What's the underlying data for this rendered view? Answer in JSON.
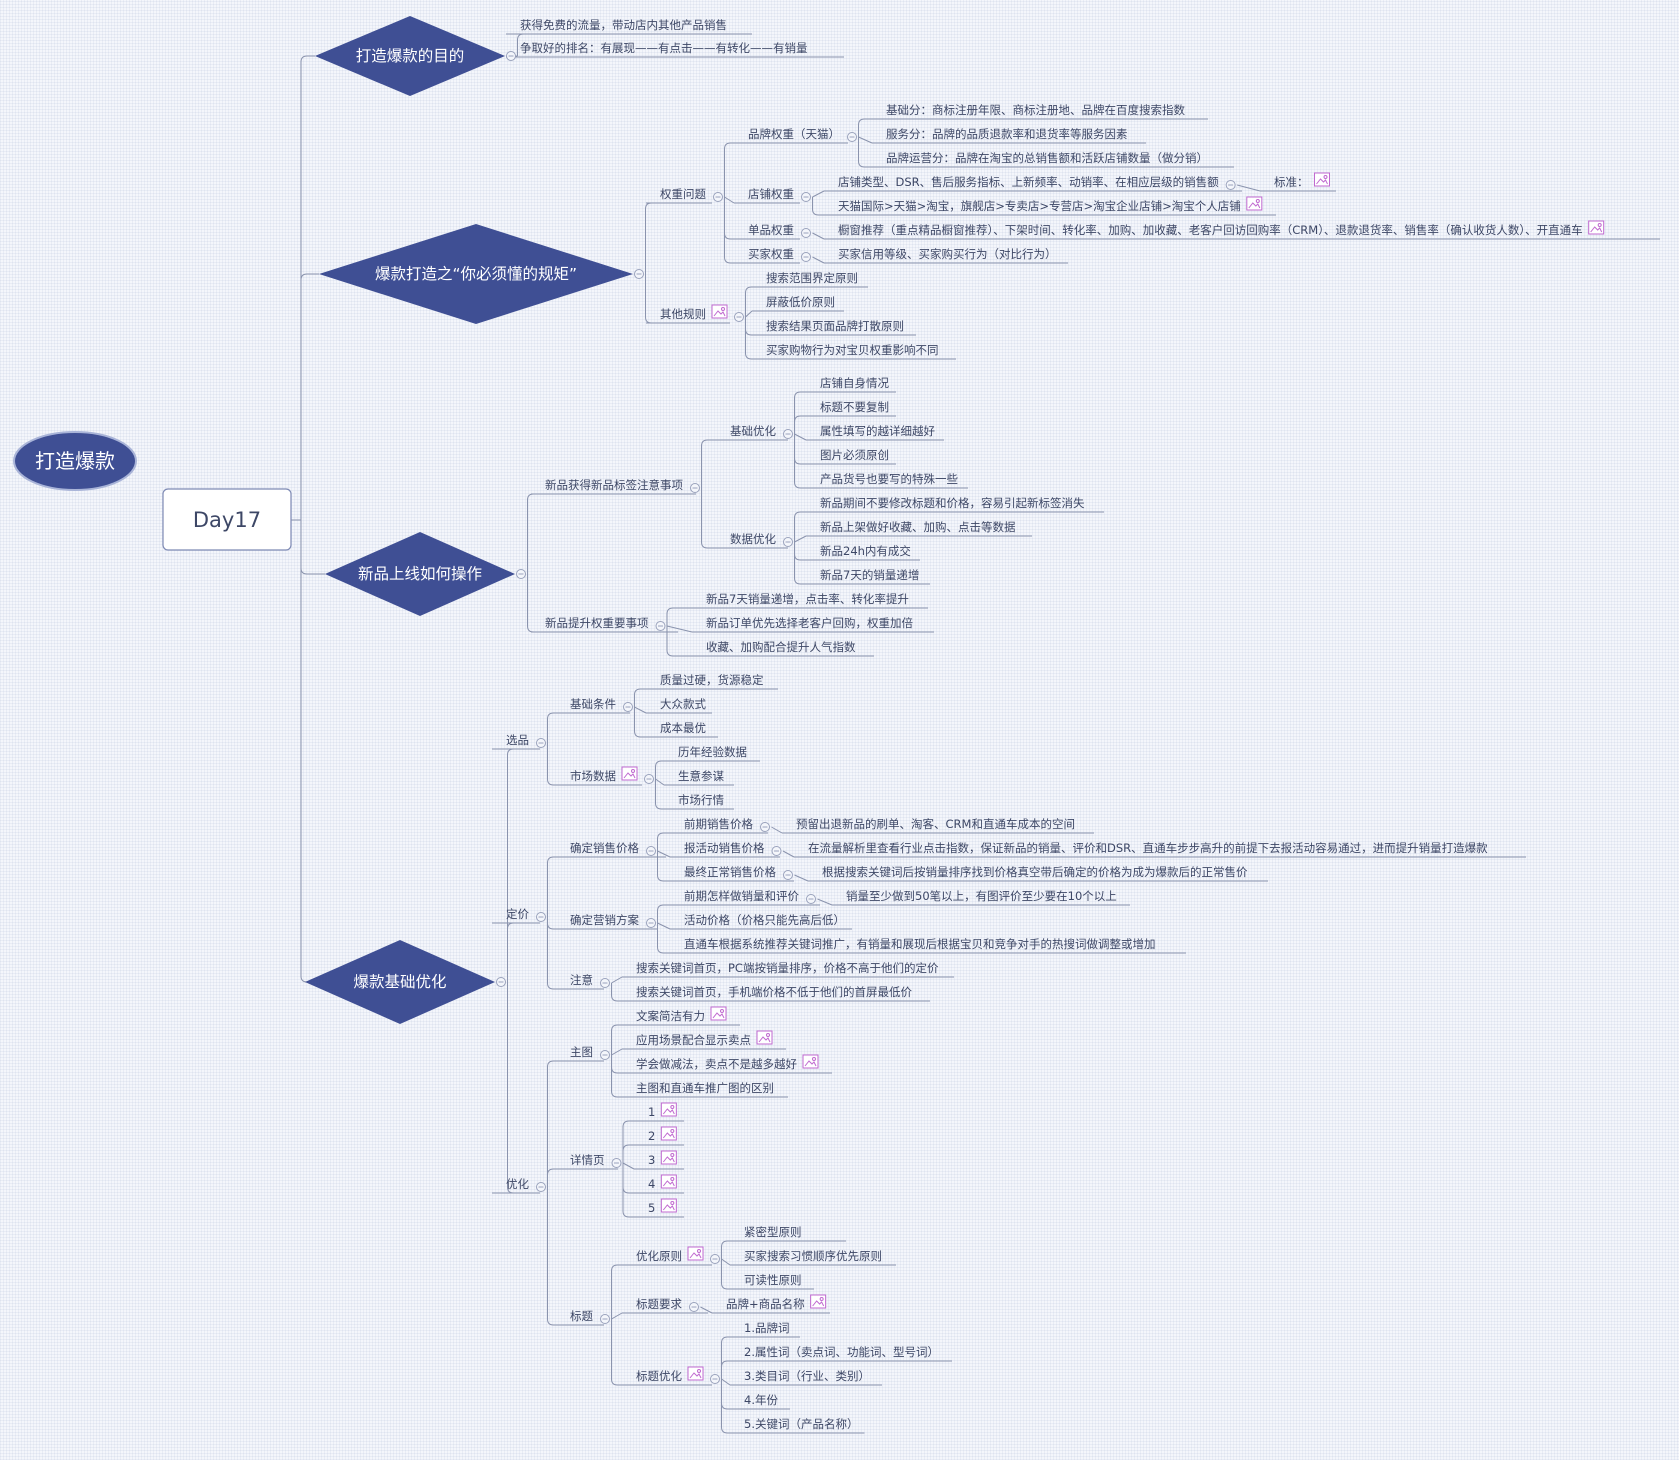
{
  "root": {
    "label": "打造爆款"
  },
  "day": {
    "label": "Day17"
  },
  "branches": [
    {
      "label": "打造爆款的目的",
      "children": [
        {
          "label": "获得免费的流量，带动店内其他产品销售"
        },
        {
          "label": "争取好的排名：有展现——有点击——有转化——有销量"
        }
      ]
    },
    {
      "label": "爆款打造之“你必须懂的规矩”",
      "children": [
        {
          "label": "权重问题",
          "children": [
            {
              "label": "品牌权重（天猫）",
              "children": [
                {
                  "label": "基础分：商标注册年限、商标注册地、品牌在百度搜索指数"
                },
                {
                  "label": "服务分：品牌的品质退款率和退货率等服务因素"
                },
                {
                  "label": "品牌运营分：品牌在淘宝的总销售额和活跃店铺数量（做分销）"
                }
              ]
            },
            {
              "label": "店铺权重",
              "children": [
                {
                  "label": "店铺类型、DSR、售后服务指标、上新频率、动销率、在相应层级的销售额",
                  "children": [
                    {
                      "label": "标准：",
                      "image": true
                    }
                  ]
                },
                {
                  "label": "天猫国际>天猫>淘宝，旗舰店>专卖店>专营店>淘宝企业店铺>淘宝个人店铺",
                  "image": true
                }
              ]
            },
            {
              "label": "单品权重",
              "children": [
                {
                  "label": "橱窗推荐（重点精品橱窗推荐）、下架时间、转化率、加购、加收藏、老客户回访回购率（CRM）、退款退货率、销售率（确认收货人数）、开直通车",
                  "image": true
                }
              ]
            },
            {
              "label": "买家权重",
              "children": [
                {
                  "label": "买家信用等级、买家购买行为（对比行为）"
                }
              ]
            }
          ]
        },
        {
          "label": "其他规则",
          "image": true,
          "children": [
            {
              "label": "搜索范围界定原则"
            },
            {
              "label": "屏蔽低价原则"
            },
            {
              "label": "搜索结果页面品牌打散原则"
            },
            {
              "label": "买家购物行为对宝贝权重影响不同"
            }
          ]
        }
      ]
    },
    {
      "label": "新品上线如何操作",
      "children": [
        {
          "label": "新品获得新品标签注意事项",
          "children": [
            {
              "label": "基础优化",
              "children": [
                {
                  "label": "店铺自身情况"
                },
                {
                  "label": "标题不要复制"
                },
                {
                  "label": "属性填写的越详细越好"
                },
                {
                  "label": "图片必须原创"
                },
                {
                  "label": "产品货号也要写的特殊一些"
                }
              ]
            },
            {
              "label": "数据优化",
              "children": [
                {
                  "label": "新品期间不要修改标题和价格，容易引起新标签消失"
                },
                {
                  "label": "新品上架做好收藏、加购、点击等数据"
                },
                {
                  "label": "新品24h内有成交"
                },
                {
                  "label": "新品7天的销量递增"
                }
              ]
            }
          ]
        },
        {
          "label": "新品提升权重要事项",
          "children": [
            {
              "label": "新品7天销量递增，点击率、转化率提升"
            },
            {
              "label": "新品订单优先选择老客户回购，权重加倍"
            },
            {
              "label": "收藏、加购配合提升人气指数"
            }
          ]
        }
      ]
    },
    {
      "label": "爆款基础优化",
      "children": [
        {
          "label": "选品",
          "children": [
            {
              "label": "基础条件",
              "children": [
                {
                  "label": "质量过硬，货源稳定"
                },
                {
                  "label": "大众款式"
                },
                {
                  "label": "成本最优"
                }
              ]
            },
            {
              "label": "市场数据",
              "image": true,
              "children": [
                {
                  "label": "历年经验数据"
                },
                {
                  "label": "生意参谋"
                },
                {
                  "label": "市场行情"
                }
              ]
            }
          ]
        },
        {
          "label": "定价",
          "children": [
            {
              "label": "确定销售价格",
              "children": [
                {
                  "label": "前期销售价格",
                  "children": [
                    {
                      "label": "预留出退新品的刷单、淘客、CRM和直通车成本的空间"
                    }
                  ]
                },
                {
                  "label": "报活动销售价格",
                  "children": [
                    {
                      "label": "在流量解析里查看行业点击指数，保证新品的销量、评价和DSR、直通车步步高升的前提下去报活动容易通过，进而提升销量打造爆款"
                    }
                  ]
                },
                {
                  "label": "最终正常销售价格",
                  "children": [
                    {
                      "label": "根据搜索关键词后按销量排序找到价格真空带后确定的价格为成为爆款后的正常售价"
                    }
                  ]
                }
              ]
            },
            {
              "label": "确定营销方案",
              "children": [
                {
                  "label": "前期怎样做销量和评价",
                  "children": [
                    {
                      "label": "销量至少做到50笔以上，有图评价至少要在10个以上"
                    }
                  ]
                },
                {
                  "label": "活动价格（价格只能先高后低）"
                },
                {
                  "label": "直通车根据系统推荐关键词推广，有销量和展现后根据宝贝和竞争对手的热搜词做调整或增加"
                }
              ]
            },
            {
              "label": "注意",
              "children": [
                {
                  "label": "搜索关键词首页，PC端按销量排序，价格不高于他们的定价"
                },
                {
                  "label": "搜索关键词首页，手机端价格不低于他们的首屏最低价"
                }
              ]
            }
          ]
        },
        {
          "label": "优化",
          "children": [
            {
              "label": "主图",
              "children": [
                {
                  "label": "文案简洁有力",
                  "image": true
                },
                {
                  "label": "应用场景配合显示卖点",
                  "image": true
                },
                {
                  "label": "学会做减法，卖点不是越多越好",
                  "image": true
                },
                {
                  "label": "主图和直通车推广图的区别"
                }
              ]
            },
            {
              "label": "详情页",
              "children": [
                {
                  "label": "1",
                  "image": true
                },
                {
                  "label": "2",
                  "image": true
                },
                {
                  "label": "3",
                  "image": true
                },
                {
                  "label": "4",
                  "image": true
                },
                {
                  "label": "5",
                  "image": true
                }
              ]
            },
            {
              "label": "标题",
              "children": [
                {
                  "label": "优化原则",
                  "image": true,
                  "children": [
                    {
                      "label": "紧密型原则"
                    },
                    {
                      "label": "买家搜索习惯顺序优先原则"
                    },
                    {
                      "label": "可读性原则"
                    }
                  ]
                },
                {
                  "label": "标题要求",
                  "children": [
                    {
                      "label": "品牌+商品名称",
                      "image": true
                    }
                  ]
                },
                {
                  "label": "标题优化",
                  "image": true,
                  "children": [
                    {
                      "label": "1.品牌词"
                    },
                    {
                      "label": "2.属性词（卖点词、功能词、型号词）"
                    },
                    {
                      "label": "3.类目词（行业、类别）"
                    },
                    {
                      "label": "4.年份"
                    },
                    {
                      "label": "5.关键词（产品名称）"
                    }
                  ]
                }
              ]
            }
          ]
        }
      ]
    }
  ]
}
